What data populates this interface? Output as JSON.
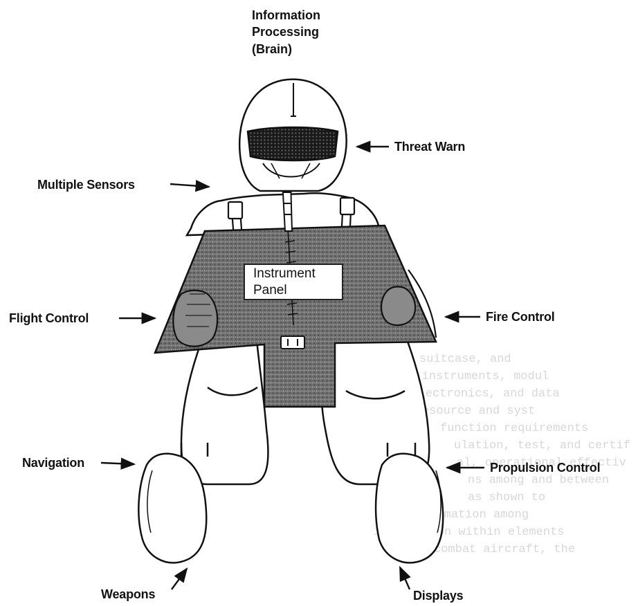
{
  "diagram": {
    "top_label": [
      "Information",
      "Processing",
      "(Brain)"
    ],
    "panel_label": [
      "Instrument",
      "Panel"
    ],
    "labels": {
      "threat_warn": "Threat Warn",
      "multiple_sensors": "Multiple Sensors",
      "flight_control": "Flight Control",
      "fire_control": "Fire Control",
      "navigation": "Navigation",
      "propulsion_control": "Propulsion Control",
      "weapons": "Weapons",
      "displays": "Displays"
    },
    "bleed_through_text": [
      "suitcase, and",
      "ements, instruments, modul",
      "e electronics, and data",
      "dollars. resource and syst",
      "function requirements",
      "ulation, test, and certif",
      "al, operational effectiv",
      "ns among and between",
      "as shown to",
      "ept automation among",
      "integration within elements",
      "n-of-combat aircraft, the"
    ]
  }
}
